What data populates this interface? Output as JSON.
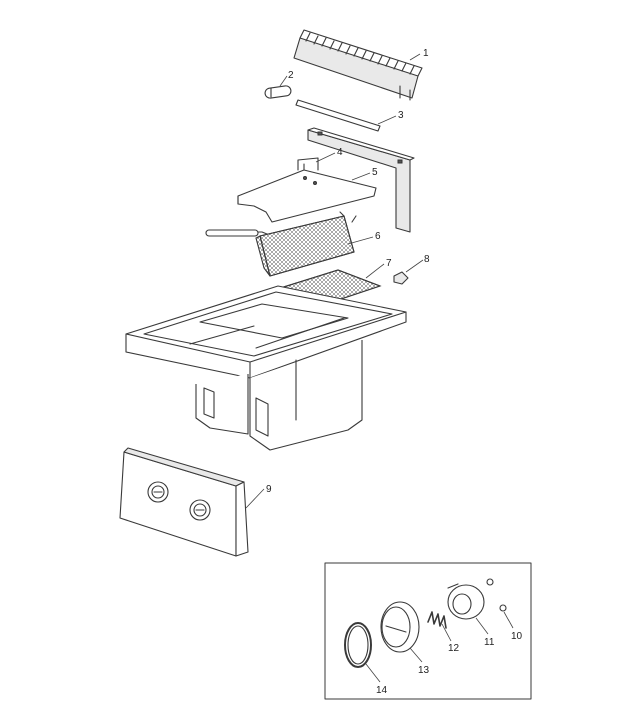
{
  "callouts": {
    "c1": "1",
    "c2": "2",
    "c3": "3",
    "c4": "4",
    "c5": "5",
    "c6": "6",
    "c7": "7",
    "c8": "8",
    "c9": "9",
    "c10": "10",
    "c11": "11",
    "c12": "12",
    "c13": "13",
    "c14": "14"
  },
  "colors": {
    "line": "#3a3a3a",
    "background": "#ffffff",
    "shade": "#e9e9e9"
  }
}
